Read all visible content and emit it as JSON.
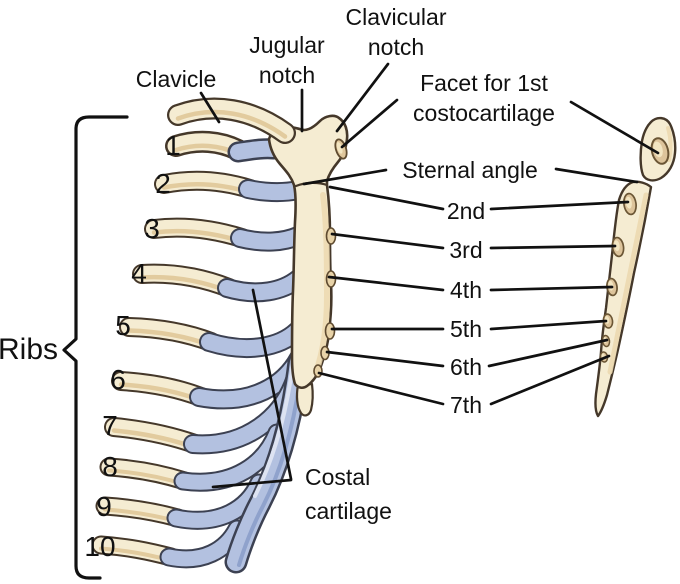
{
  "diagram": {
    "labels": {
      "clavicle": "Clavicle",
      "jugular_notch": "Jugular notch",
      "clavicular_notch": "Clavicular notch",
      "facet_first_costocartilage": "Facet for 1st costocartilage",
      "sternal_angle": "Sternal angle",
      "ribs": "Ribs",
      "costal_cartilage": "Costal cartilage"
    },
    "costocartilage_facets": [
      "2nd",
      "3rd",
      "4th",
      "5th",
      "6th",
      "7th"
    ],
    "rib_numbers": [
      "1",
      "2",
      "3",
      "4",
      "5",
      "6",
      "7",
      "8",
      "9",
      "10"
    ],
    "colors": {
      "background": "#ffffff",
      "bone": "#f5ecd2",
      "bone_shade": "#e2cb9e",
      "bone_outline": "#45382a",
      "cartilage": "#b3c1e0",
      "cartilage_highlight": "#dde3f2",
      "cartilage_shade": "#8fa2cc",
      "cartilage_outline": "#3c4152",
      "facet": "#ddc49b",
      "facet_rim": "#6b5635",
      "pointer_line": "#111111",
      "text": "#111111"
    }
  }
}
